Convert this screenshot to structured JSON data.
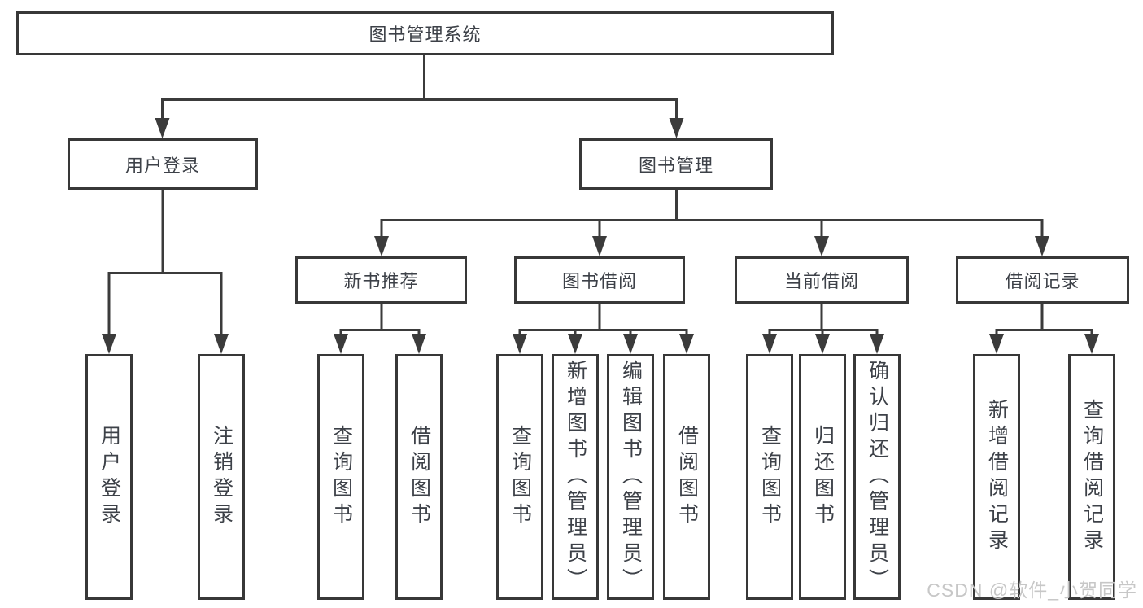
{
  "diagram": {
    "root": {
      "label": "图书管理系统"
    },
    "level2": [
      {
        "label": "用户登录"
      },
      {
        "label": "图书管理"
      }
    ],
    "level3": [
      {
        "label": "新书推荐"
      },
      {
        "label": "图书借阅"
      },
      {
        "label": "当前借阅"
      },
      {
        "label": "借阅记录"
      }
    ],
    "leaves": [
      {
        "label": "用户登录"
      },
      {
        "label": "注销登录"
      },
      {
        "label": "查询图书"
      },
      {
        "label": "借阅图书"
      },
      {
        "label": "查询图书"
      },
      {
        "label": "新增图书（管理员）"
      },
      {
        "label": "编辑图书（管理员）"
      },
      {
        "label": "借阅图书"
      },
      {
        "label": "查询图书"
      },
      {
        "label": "归还图书"
      },
      {
        "label": "确认归还（管理员）"
      },
      {
        "label": "新增借阅记录"
      },
      {
        "label": "查询借阅记录"
      }
    ]
  },
  "watermark": "CSDN @软件_小贺同学",
  "colors": {
    "line": "#3b3b3b",
    "border": "#383838",
    "text": "#3d4148",
    "watermark": "#c7c7c7"
  }
}
